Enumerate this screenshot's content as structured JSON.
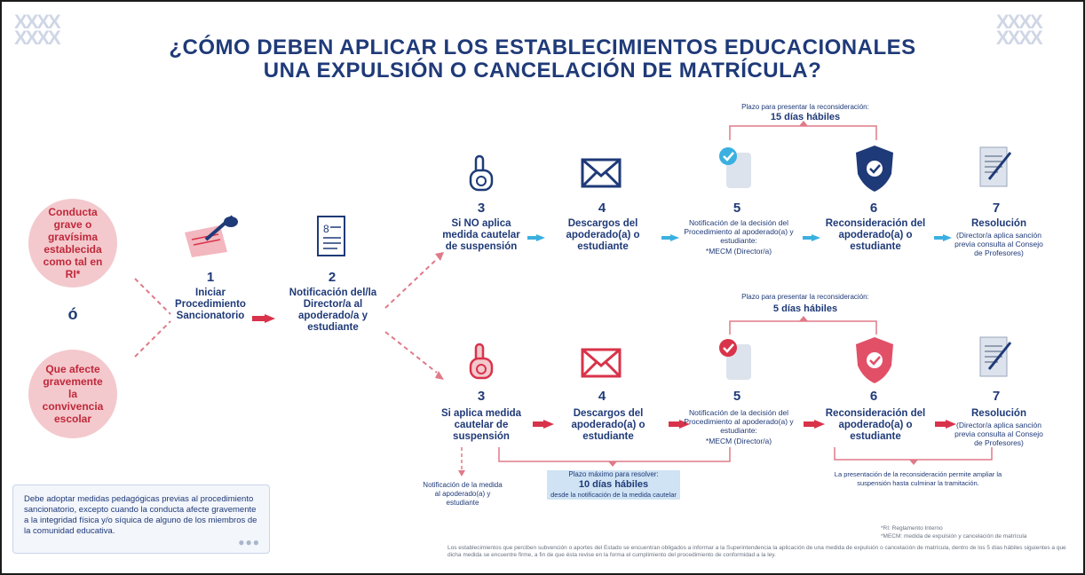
{
  "title": {
    "line1": "¿CÓMO DEBEN APLICAR LOS ESTABLECIMIENTOS EDUCACIONALES",
    "line2": "UNA EXPULSIÓN O CANCELACIÓN DE MATRÍCULA?"
  },
  "left": {
    "condition1": "Conducta grave o gravísima establecida como tal en RI*",
    "or": "ó",
    "condition2": "Que afecte gravemente la convivencia escolar"
  },
  "common_steps": [
    {
      "num": "1",
      "label": "Iniciar Procedimiento Sancionatorio",
      "icon": "writing-hand-icon"
    },
    {
      "num": "2",
      "label": "Notificación del/la Director/a al apoderado/a y estudiante",
      "icon": "document-icon"
    }
  ],
  "top_row": {
    "deadline_label": "Plazo para presentar la reconsideración:",
    "deadline_value": "15 días hábiles",
    "steps": [
      {
        "num": "3",
        "label": "Si NO aplica medida cautelar de suspensión",
        "icon": "hand-icon"
      },
      {
        "num": "4",
        "label": "Descargos del apoderado(a) o estudiante",
        "icon": "envelope-icon"
      },
      {
        "num": "5",
        "label": "Notificación de la decisión del Procedimiento al apoderado(a) y estudiante:",
        "sub": "*MECM (Director/a)",
        "icon": "check-scroll-icon"
      },
      {
        "num": "6",
        "label": "Reconsideración del apoderado(a) o estudiante",
        "icon": "shield-icon"
      },
      {
        "num": "7",
        "label": "Resolución",
        "sub": "(Director/a aplica sanción previa consulta al Consejo de Profesores)",
        "icon": "notepad-icon"
      }
    ]
  },
  "bottom_row": {
    "deadline_label": "Plazo para presentar la reconsideración:",
    "deadline_value": "5 días hábiles",
    "steps": [
      {
        "num": "3",
        "label": "Si aplica medida cautelar de suspensión",
        "icon": "hand-icon"
      },
      {
        "num": "4",
        "label": "Descargos del apoderado(a) o estudiante",
        "icon": "envelope-icon"
      },
      {
        "num": "5",
        "label": "Notificación de la decisión del Procedimiento al apoderado(a) y estudiante:",
        "sub": "*MECM (Director/a)",
        "icon": "check-scroll-icon"
      },
      {
        "num": "6",
        "label": "Reconsideración del apoderado(a) o estudiante",
        "icon": "shield-icon"
      },
      {
        "num": "7",
        "label": "Resolución",
        "sub": "(Director/a aplica sanción previa consulta al Consejo de Profesores)",
        "icon": "notepad-icon"
      }
    ],
    "notify_measure": "Notificación de la medida al apoderado(a) y estudiante",
    "max_deadline_label": "Plazo máximo para resolver:",
    "max_deadline_value": "10 días hábiles",
    "max_deadline_sub": "desde la notificación de la medida cautelar",
    "reconsideration_note": "La presentación de la reconsideración permite ampliar la suspensión hasta culminar la tramitación."
  },
  "footnote_box": "Debe adoptar medidas pedagógicas previas al procedimiento sancionatorio, excepto cuando la conducta afecte gravemente a la integridad física y/o síquica de alguno de los miembros de la comunidad educativa.",
  "glossary": {
    "ri": "*RI: Reglamento Interno",
    "mecm": "*MECM: medida de expulsión y cancelación de matrícula"
  },
  "bottom_text": "Los establecimientos que perciben subvención o aportes del Estado se encuentran obligados a informar a la Superintendencia la aplicación de una medida de expulsión o cancelación de matrícula, dentro de los 5 días hábiles siguientes a que dicha medida se encuentre firme, a fin de que ésta revise en la forma el cumplimiento del procedimiento de conformidad a la ley.",
  "colors": {
    "navy": "#1f3a78",
    "red": "#d8334a",
    "blue": "#3bb0e0",
    "pink": "#f3c9cd"
  }
}
